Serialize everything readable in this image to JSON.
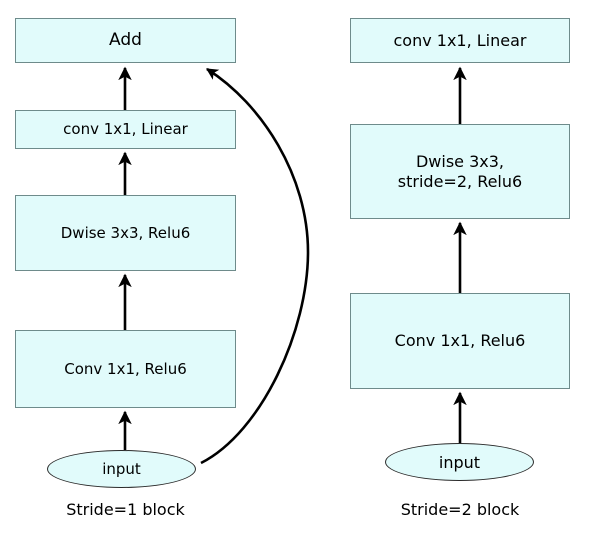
{
  "figure": {
    "background_color": "#ffffff",
    "node_fill_color": "#e1fbfb",
    "node_stroke_color": "#6e8b8b",
    "edge_color": "#000000"
  },
  "left_block": {
    "caption": "Stride=1 block",
    "nodes": {
      "add": "Add",
      "conv_linear": "conv 1x1, Linear",
      "dwise": "Dwise 3x3, Relu6",
      "conv_relu": "Conv 1x1, Relu6",
      "input": "input"
    }
  },
  "right_block": {
    "caption": "Stride=2 block",
    "nodes": {
      "conv_linear": "conv 1x1, Linear",
      "dwise": "Dwise 3x3,\nstride=2, Relu6",
      "conv_relu": "Conv 1x1, Relu6",
      "input": "input"
    }
  }
}
